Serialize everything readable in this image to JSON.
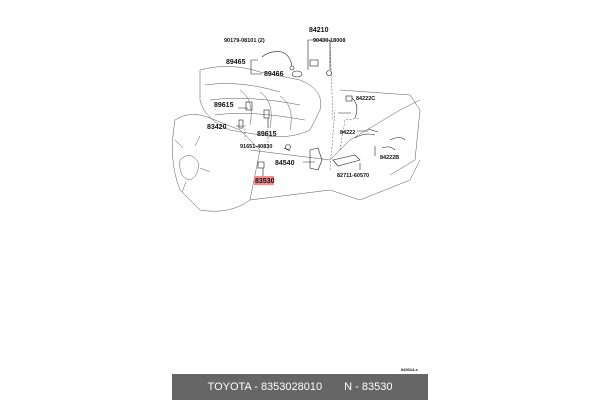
{
  "diagram": {
    "labels": {
      "p84210": "84210",
      "p90179": "90179-08101 (2)",
      "p90430": "90430-18008",
      "p89465": "89465",
      "p89466": "89466",
      "p84222c": "84222C",
      "p89615a": "89615",
      "p89615b": "89615",
      "p83420": "83420",
      "p84222": "84222",
      "p91651": "91651-40830",
      "p84222b": "84222B",
      "p84540": "84540",
      "p82711": "82711-60570",
      "p83530": "83530"
    },
    "highlighted_part": "83530",
    "highlight_color": "#f28b8b",
    "figure_code": "840014-c"
  },
  "caption": {
    "brand_part": "TOYOTA - 8353028010",
    "ref": "N - 83530"
  }
}
